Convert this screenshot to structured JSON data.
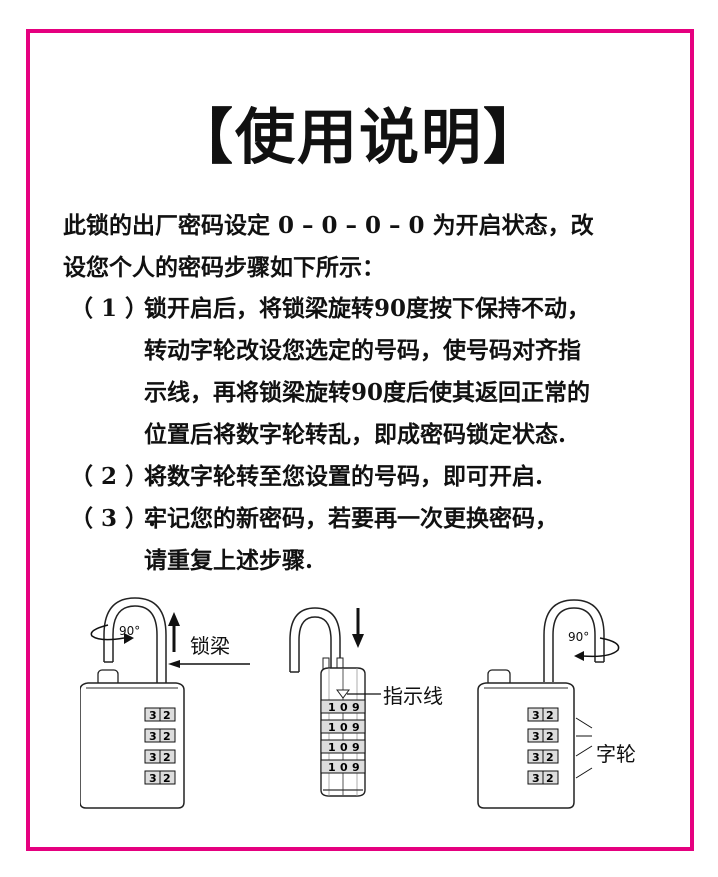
{
  "title": "【使用说明】",
  "intro": {
    "line1": "此锁的出厂密码设定 0 – 0 – 0 – 0 为开启状态，改",
    "line2": "设您个人的密码步骤如下所示："
  },
  "steps": [
    {
      "number": "（ 1 ）.",
      "lines": [
        "锁开启后，将锁梁旋转90度按下保持不动，",
        "转动字轮改设您选定的号码，使号码对齐指",
        "示线，再将锁梁旋转90度后使其返回正常的",
        "位置后将数字轮转乱，即成密码锁定状态."
      ]
    },
    {
      "number": "（ 2 ）.",
      "lines": [
        "将数字轮转至您设置的号码，即可开启."
      ]
    },
    {
      "number": "（ 3 ）.",
      "lines": [
        "牢记您的新密码，若要再一次更换密码，",
        "请重复上述步骤."
      ]
    }
  ],
  "illustrations": {
    "left": {
      "rotation_label": "90°",
      "shackle_label": "锁梁",
      "dial_digits": [
        "3",
        "2"
      ]
    },
    "middle": {
      "indicator_label": "指示线",
      "dial_digits": [
        "1",
        "0",
        "9"
      ]
    },
    "right": {
      "rotation_label": "90°",
      "wheel_label": "字轮",
      "dial_digits": [
        "3",
        "2"
      ]
    }
  },
  "colors": {
    "border": "#e5007f",
    "text": "#111111",
    "background": "#ffffff"
  }
}
